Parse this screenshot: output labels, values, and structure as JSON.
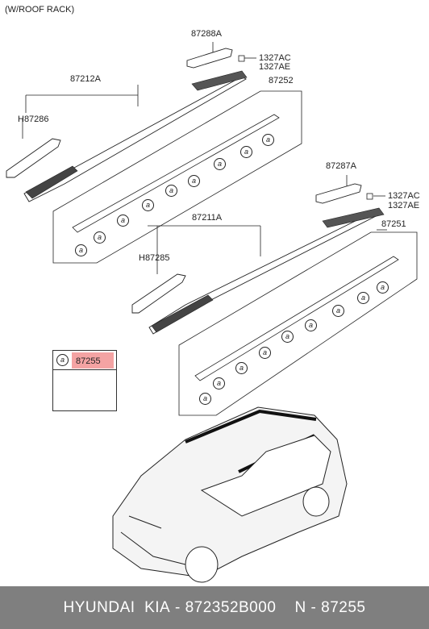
{
  "header_note": "(W/ROOF RACK)",
  "labels": {
    "p87288A": "87288A",
    "p1327AC_top": "1327AC",
    "p1327AE_top": "1327AE",
    "p87212A": "87212A",
    "p87252": "87252",
    "pH87286": "H87286",
    "p87287A": "87287A",
    "p1327AC_mid": "1327AC",
    "p1327AE_mid": "1327AE",
    "p87211A": "87211A",
    "p87251": "87251",
    "pH87285": "H87285"
  },
  "clip_symbol": "a",
  "legend": {
    "symbol": "a",
    "part": "87255",
    "highlight_color": "#f4a3a3"
  },
  "footer": {
    "brand": "HYUNDAI  KIA",
    "part_number": "872352B000",
    "reference": "N - 87255"
  }
}
